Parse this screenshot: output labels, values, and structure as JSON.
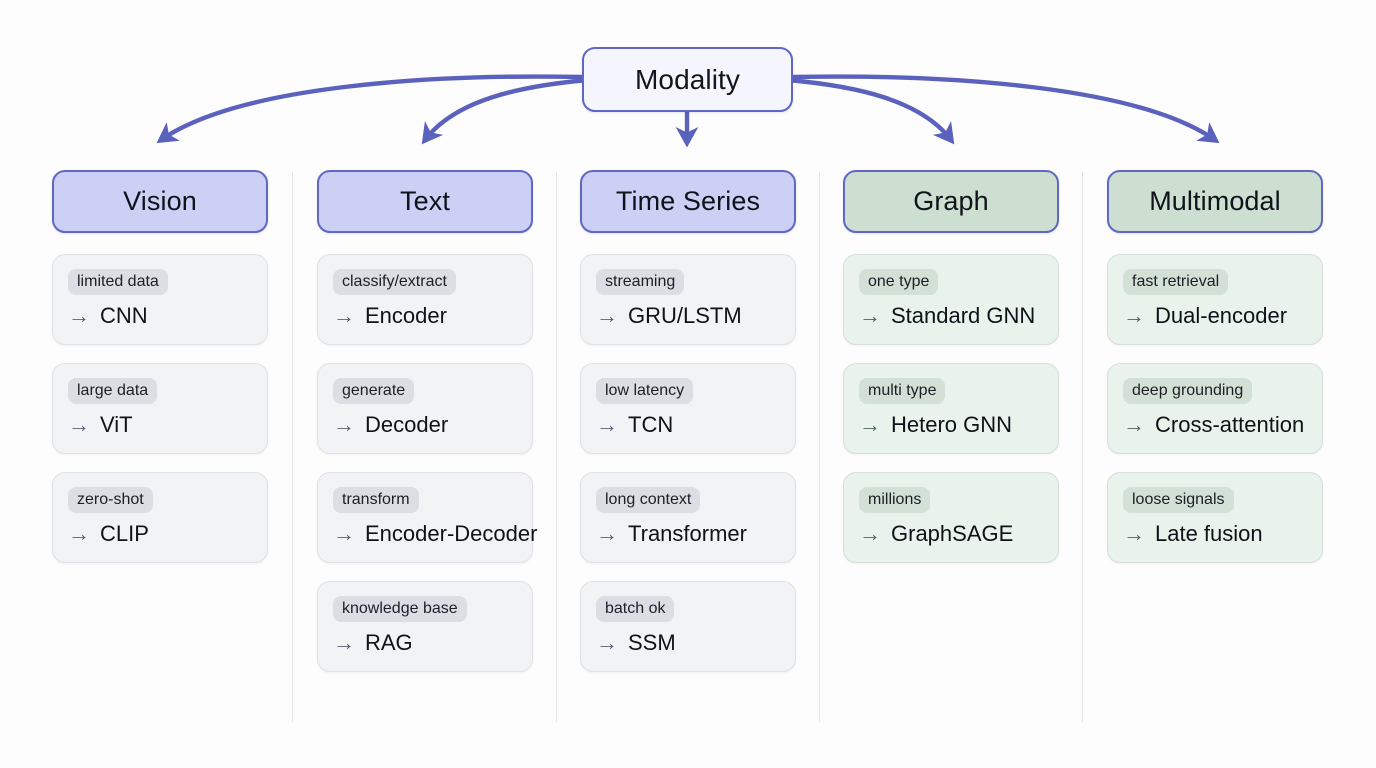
{
  "diagram": {
    "title": "Modality",
    "root": {
      "label": "Modality"
    },
    "arrow_glyph": "→",
    "colors": {
      "connector": "#5b62bd",
      "header_border": "#6067c4",
      "blue_header_fill": "#ccd0f5",
      "green_header_fill": "#ccdfd1",
      "blue_card_fill": "#f2f3f5",
      "green_card_fill": "#eaf2ec",
      "blue_tag_fill": "#dcdee3",
      "green_tag_fill": "#d3e0d6",
      "divider": "#e3e5ea",
      "text": "#10131a",
      "background": "#fdfdfd"
    },
    "columns": [
      {
        "header": "Vision",
        "theme": "blue",
        "cards": [
          {
            "tag": "limited data",
            "result": "CNN"
          },
          {
            "tag": "large data",
            "result": "ViT"
          },
          {
            "tag": "zero-shot",
            "result": "CLIP"
          }
        ]
      },
      {
        "header": "Text",
        "theme": "blue",
        "cards": [
          {
            "tag": "classify/extract",
            "result": "Encoder"
          },
          {
            "tag": "generate",
            "result": "Decoder"
          },
          {
            "tag": "transform",
            "result": "Encoder-Decoder"
          },
          {
            "tag": "knowledge base",
            "result": "RAG"
          }
        ]
      },
      {
        "header": "Time Series",
        "theme": "blue",
        "cards": [
          {
            "tag": "streaming",
            "result": "GRU/LSTM"
          },
          {
            "tag": "low latency",
            "result": "TCN"
          },
          {
            "tag": "long context",
            "result": "Transformer"
          },
          {
            "tag": "batch ok",
            "result": "SSM"
          }
        ]
      },
      {
        "header": "Graph",
        "theme": "green",
        "cards": [
          {
            "tag": "one type",
            "result": "Standard GNN"
          },
          {
            "tag": "multi type",
            "result": "Hetero GNN"
          },
          {
            "tag": "millions",
            "result": "GraphSAGE"
          }
        ]
      },
      {
        "header": "Multimodal",
        "theme": "green",
        "cards": [
          {
            "tag": "fast retrieval",
            "result": "Dual-encoder"
          },
          {
            "tag": "deep grounding",
            "result": "Cross-attention"
          },
          {
            "tag": "loose signals",
            "result": "Late fusion"
          }
        ]
      }
    ]
  }
}
